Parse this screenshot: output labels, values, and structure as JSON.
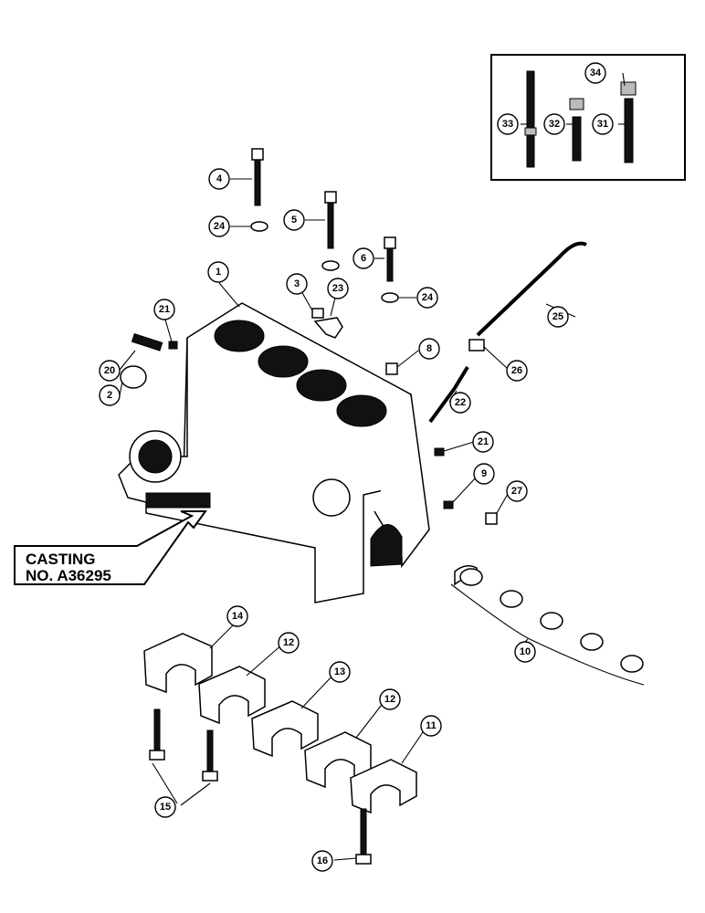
{
  "casting_label": {
    "line1": "CASTING",
    "line2": "NO. A36295"
  },
  "callouts": [
    {
      "id": "c1",
      "label": "1"
    },
    {
      "id": "c2",
      "label": "2"
    },
    {
      "id": "c3",
      "label": "3"
    },
    {
      "id": "c4",
      "label": "4"
    },
    {
      "id": "c5",
      "label": "5"
    },
    {
      "id": "c6",
      "label": "6"
    },
    {
      "id": "c8",
      "label": "8"
    },
    {
      "id": "c9",
      "label": "9"
    },
    {
      "id": "c10",
      "label": "10"
    },
    {
      "id": "c11",
      "label": "11"
    },
    {
      "id": "c12a",
      "label": "12"
    },
    {
      "id": "c12b",
      "label": "12"
    },
    {
      "id": "c13",
      "label": "13"
    },
    {
      "id": "c14",
      "label": "14"
    },
    {
      "id": "c15",
      "label": "15"
    },
    {
      "id": "c16",
      "label": "16"
    },
    {
      "id": "c20",
      "label": "20"
    },
    {
      "id": "c21a",
      "label": "21"
    },
    {
      "id": "c21b",
      "label": "21"
    },
    {
      "id": "c22",
      "label": "22"
    },
    {
      "id": "c23",
      "label": "23"
    },
    {
      "id": "c24a",
      "label": "24"
    },
    {
      "id": "c24b",
      "label": "24"
    },
    {
      "id": "c25",
      "label": "25"
    },
    {
      "id": "c26",
      "label": "26"
    },
    {
      "id": "c27",
      "label": "27"
    },
    {
      "id": "c31",
      "label": "31"
    },
    {
      "id": "c32",
      "label": "32"
    },
    {
      "id": "c33",
      "label": "33"
    },
    {
      "id": "c34",
      "label": "34"
    }
  ]
}
